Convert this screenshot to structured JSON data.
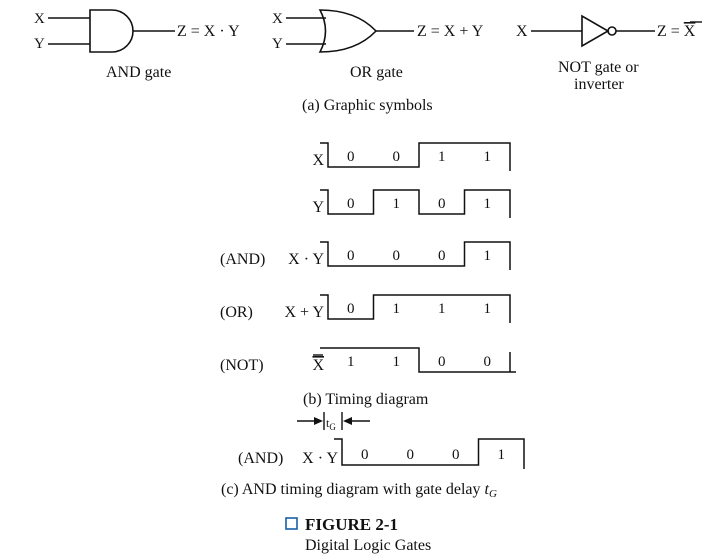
{
  "symbols": {
    "and": {
      "in_x": "X",
      "in_y": "Y",
      "expr": "Z = X · Y",
      "caption": "AND gate"
    },
    "or": {
      "in_x": "X",
      "in_y": "Y",
      "expr": "Z = X + Y",
      "caption": "OR gate"
    },
    "not": {
      "in_x": "X",
      "expr_prefix": "Z = ",
      "expr_var": "X",
      "caption_line1": "NOT gate or",
      "caption_line2": "inverter"
    },
    "caption": "(a) Graphic symbols"
  },
  "timing": {
    "rows": [
      {
        "tag": "",
        "label": "X",
        "bits": [
          "0",
          "0",
          "1",
          "1"
        ]
      },
      {
        "tag": "",
        "label": "Y",
        "bits": [
          "0",
          "1",
          "0",
          "1"
        ]
      },
      {
        "tag": "(AND)",
        "label": "X · Y",
        "bits": [
          "0",
          "0",
          "0",
          "1"
        ]
      },
      {
        "tag": "(OR)",
        "label": "X + Y",
        "bits": [
          "0",
          "1",
          "1",
          "1"
        ]
      },
      {
        "tag": "(NOT)",
        "label": "X",
        "bits": [
          "1",
          "1",
          "0",
          "0"
        ],
        "overline": true
      }
    ],
    "caption": "(b) Timing diagram"
  },
  "delay": {
    "tg_main": "t",
    "tg_sub": "G",
    "row": {
      "tag": "(AND)",
      "label": "X · Y",
      "bits": [
        "0",
        "0",
        "0",
        "1"
      ]
    },
    "caption_text": "(c) AND timing diagram with gate delay ",
    "caption_var": "t",
    "caption_sub": "G"
  },
  "figure": {
    "number": "FIGURE 2-1",
    "title": "Digital Logic Gates"
  }
}
